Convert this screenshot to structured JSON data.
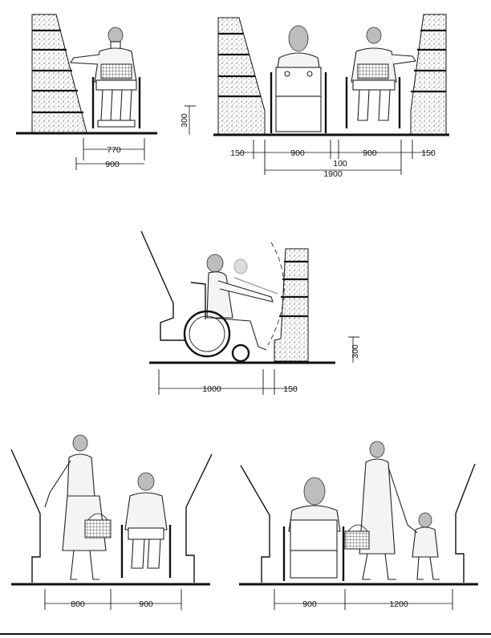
{
  "panel_a": {
    "dim_inner": "770",
    "dim_outer": "900"
  },
  "panel_b": {
    "dim_step": "300",
    "dim_left_gap": "150",
    "dim_chair_1": "900",
    "dim_middle": "100",
    "dim_chair_2": "900",
    "dim_right_gap": "150",
    "dim_total": "1900"
  },
  "panel_c": {
    "dim_step": "300",
    "dim_depth": "1000",
    "dim_toe": "150"
  },
  "panel_d": {
    "dim_walker": "800",
    "dim_chair": "900"
  },
  "panel_e": {
    "dim_chair": "900",
    "dim_walkers": "1200"
  }
}
